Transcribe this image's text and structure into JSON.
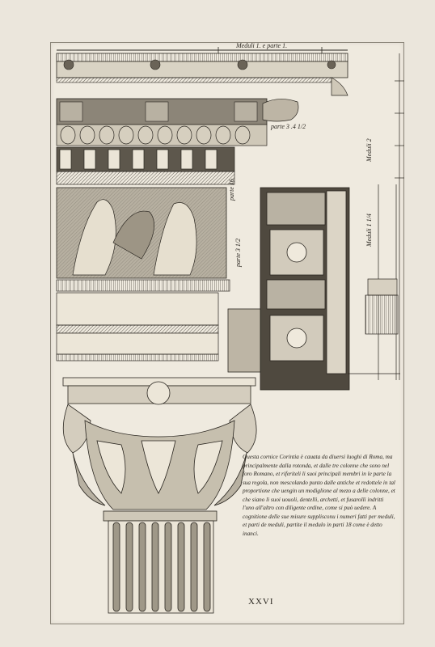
{
  "plate": {
    "top_scale_label": "Meduli 1. e parte 1.",
    "labels": {
      "parte_a": "parte 3 .4 1/2",
      "parte_b": "parte 16",
      "parte_c": "parte 3 1/2",
      "meduli_right": "Meduli 2",
      "meduli_mid": "Meduli 1 1/4"
    },
    "caption": "Questa cornice Corintia è cauata da diuersi luoghi di Roma, ma principalmente dalla rotonda, et dalle tre colonne che sono nel foro Romano, et riferiteli li suoi principali membri in le parte la sua regola, non mescolando punto dalle antiche et redottele in tal proportione che uengin un modiglione al mezo a delle colonne, et che siano li suoi uouoli, dentelli, archetti, et fusarolli indritti l'uno all'altro con diligente ordine, come si può uedere. A cognitione delle sue misure supplisconu i numeri fatti per meduli, et parti de meduli, partite il medulo in parti 18 come è detto inanci.",
    "plate_number": "XXVI"
  },
  "colors": {
    "paper": "#efeadf",
    "ink": "#2a2620"
  }
}
